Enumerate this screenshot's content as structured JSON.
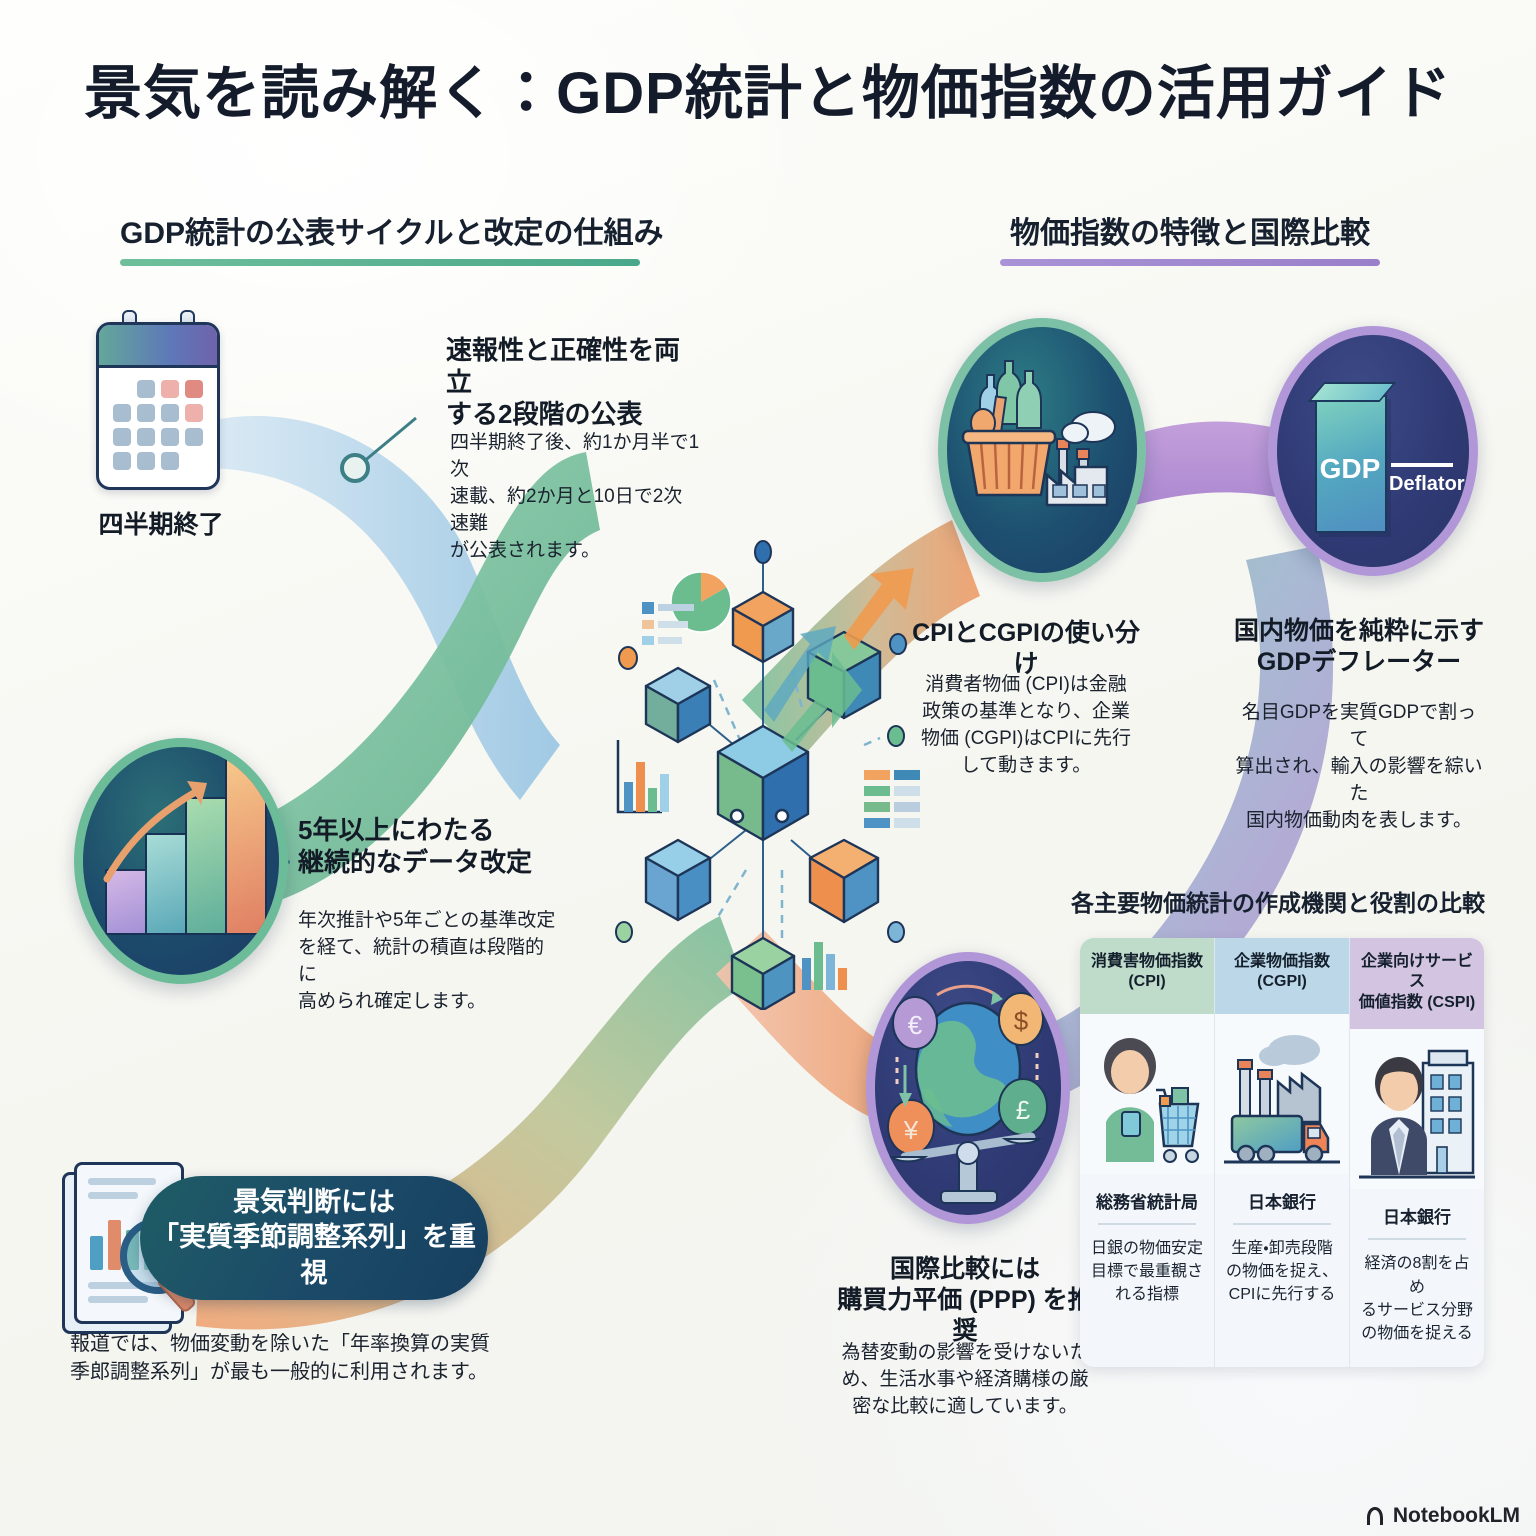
{
  "title": "景気を読み解く：GDP統計と物価指数の活用ガイド",
  "sections": {
    "left": {
      "heading": "GDP統計の公表サイクルと改定の仕組み",
      "accent": "#4aa88a"
    },
    "right": {
      "heading": "物価指数の特徴と国際比較",
      "accent": "#9a7fc9"
    }
  },
  "left_branch": {
    "calendar_label": "四半期終了",
    "nodes": [
      {
        "heading": "速報性と正確性を両立\nする2段階の公表",
        "body": "四半期終了後、約1か月半で1次\n速載、約2か月と10日で2次速難\nが公表されます。"
      },
      {
        "heading": "5年以上にわたる\n継続的なデータ改定",
        "body": "年次推計や5年ごとの基準改定\nを経て、統計の積直は段階的に\n高められ確定します。"
      }
    ],
    "banner": {
      "line1": "景気判断には",
      "line2": "「実質季節調整系列」を重視",
      "body": "報道では、物価変動を除いた「年率換算の実質\n季郎調整系列」が最も一般的に利用されます。"
    }
  },
  "right_branch": {
    "deflator_badge": {
      "word1": "GDP",
      "word2": "Deflator"
    },
    "nodes": [
      {
        "heading": "CPIとCGPIの使い分け",
        "body": "消費者物価 (CPI)は金融\n政策の基準となり、企業\n物価 (CGPI)はCPIに先行\nして動きます。"
      },
      {
        "heading": "国内物価を純粋に示す\nGDPデフレーター",
        "body": "名目GDPを実質GDPで割って\n算出され、輸入の影響を綜いた\n国内物価動肉を表します。"
      },
      {
        "heading": "国際比較には\n購買力平価 (PPP) を推奨",
        "body": "為替変動の影響を受けないた\nめ、生活水事や経済購様の厳\n密な比較に適しています。"
      }
    ]
  },
  "comparison": {
    "title": "各主要物価統計の作成機関と役割の比較",
    "columns": [
      {
        "header": "消費害物価指数\n(CPI)",
        "icon": "shopper-with-cart-icon",
        "org": "総務省統計局",
        "desc": "日銀の物価安定\n目標で最重覩さ\nれる指標",
        "color": "#bfdccb"
      },
      {
        "header": "企業物価指数\n(CGPI)",
        "icon": "factory-truck-icon",
        "org": "日本銀行",
        "desc": "生産・卸売段階\nの物価を捉え、\nCPIに先行する",
        "color": "#bcd8e8"
      },
      {
        "header": "企業向けサービス\n価値指数 (CSPI)",
        "icon": "businessman-building-icon",
        "org": "日本銀行",
        "desc": "経済の8割を占め\nるサービス分野\nの物価を捉える",
        "color": "#d3c4e2"
      }
    ]
  },
  "currency_symbols": [
    "€",
    "$",
    "¥",
    "£"
  ],
  "watermark": "NotebookLM",
  "palette": {
    "ink": "#141c2b",
    "green_ribbon": "#7cc4a1",
    "orange_ribbon": "#efa874",
    "blue_ribbon": "#a9cfe6",
    "purple_ribbon": "#b79ad8",
    "node_navy": "#1b3a63"
  }
}
